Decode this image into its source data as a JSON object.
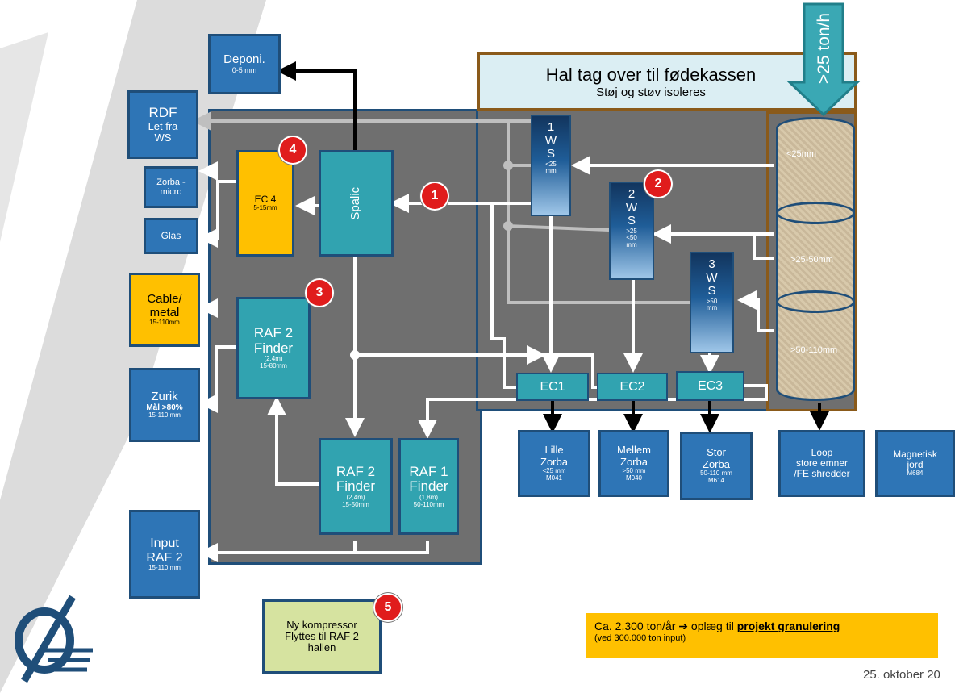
{
  "boxes": {
    "deponi": {
      "title": "Deponi.",
      "sub": "0-5 mm"
    },
    "rdf": {
      "title": "RDF",
      "l2": "Let fra",
      "l3": "WS"
    },
    "zorba_micro": {
      "label": "Zorba -\nmicro"
    },
    "glas": {
      "label": "Glas"
    },
    "cable": {
      "title": "Cable/\nmetal",
      "sub": "15-110mm"
    },
    "zurik": {
      "title": "Zurik",
      "l2": "Mål >80%",
      "l3": "15-110 mm"
    },
    "input_raf2": {
      "title": "Input\nRAF 2",
      "sub": "15-110 mm"
    },
    "ec4": {
      "title": "EC 4",
      "sub": "5-15mm"
    },
    "spalic": {
      "label": "Spalic"
    },
    "raf2_upper": {
      "title": "RAF 2\nFinder",
      "sub1": "(2,4m)",
      "sub2": "15-80mm"
    },
    "raf2_lower": {
      "title": "RAF 2\nFinder",
      "sub1": "(2,4m)",
      "sub2": "15-50mm"
    },
    "raf1": {
      "title": "RAF 1\nFinder",
      "sub1": "(1,8m)",
      "sub2": "50-110mm"
    },
    "lille": {
      "title": "Lille\nZorba",
      "sub1": "<25 mm",
      "sub2": "M041"
    },
    "mellem": {
      "title": "Mellem\nZorba",
      "sub1": ">50 mm",
      "sub2": "M040"
    },
    "stor": {
      "title": "Stor\nZorba",
      "sub1": "50-110 mm",
      "sub2": "M614"
    },
    "loop": {
      "label": "Loop\nstore emner\n/FE shredder"
    },
    "magnetisk": {
      "title": "Magnetisk\njord",
      "sub": "M684"
    },
    "kompressor": {
      "label": "Ny kompressor\nFlyttes til RAF 2\nhallen"
    }
  },
  "ws": [
    {
      "num": "1",
      "w": "W",
      "s": "S",
      "range": "<25\nmm"
    },
    {
      "num": "2",
      "w": "W",
      "s": "S",
      "range": ">25\n<50\nmm"
    },
    {
      "num": "3",
      "w": "W",
      "s": "S",
      "range": ">50\nmm"
    }
  ],
  "ec": [
    "EC1",
    "EC2",
    "EC3"
  ],
  "hall": {
    "title": "Hal tag over til fødekassen",
    "sub": "Støj og støv isoleres"
  },
  "arrow_label": ">25 ton/h",
  "drum_labels": [
    "<25mm",
    ">25-50mm",
    ">50-110mm"
  ],
  "badges": [
    "1",
    "2",
    "3",
    "4",
    "5"
  ],
  "note": {
    "pre": "Ca. 2.300 ton/år",
    "arrow": "➔",
    "mid": " oplæg til ",
    "link": "projekt granulering",
    "sub": "(ved 300.000 ton input)"
  },
  "date": "25. oktober 20",
  "colors": {
    "blue": "#2e75b6",
    "teal": "#31a3b0",
    "yellow": "#ffc000",
    "green": "#d6e3a0",
    "dark_panel": "#6f6f6f",
    "border": "#1f4e79",
    "badge": "#e01c1c"
  }
}
